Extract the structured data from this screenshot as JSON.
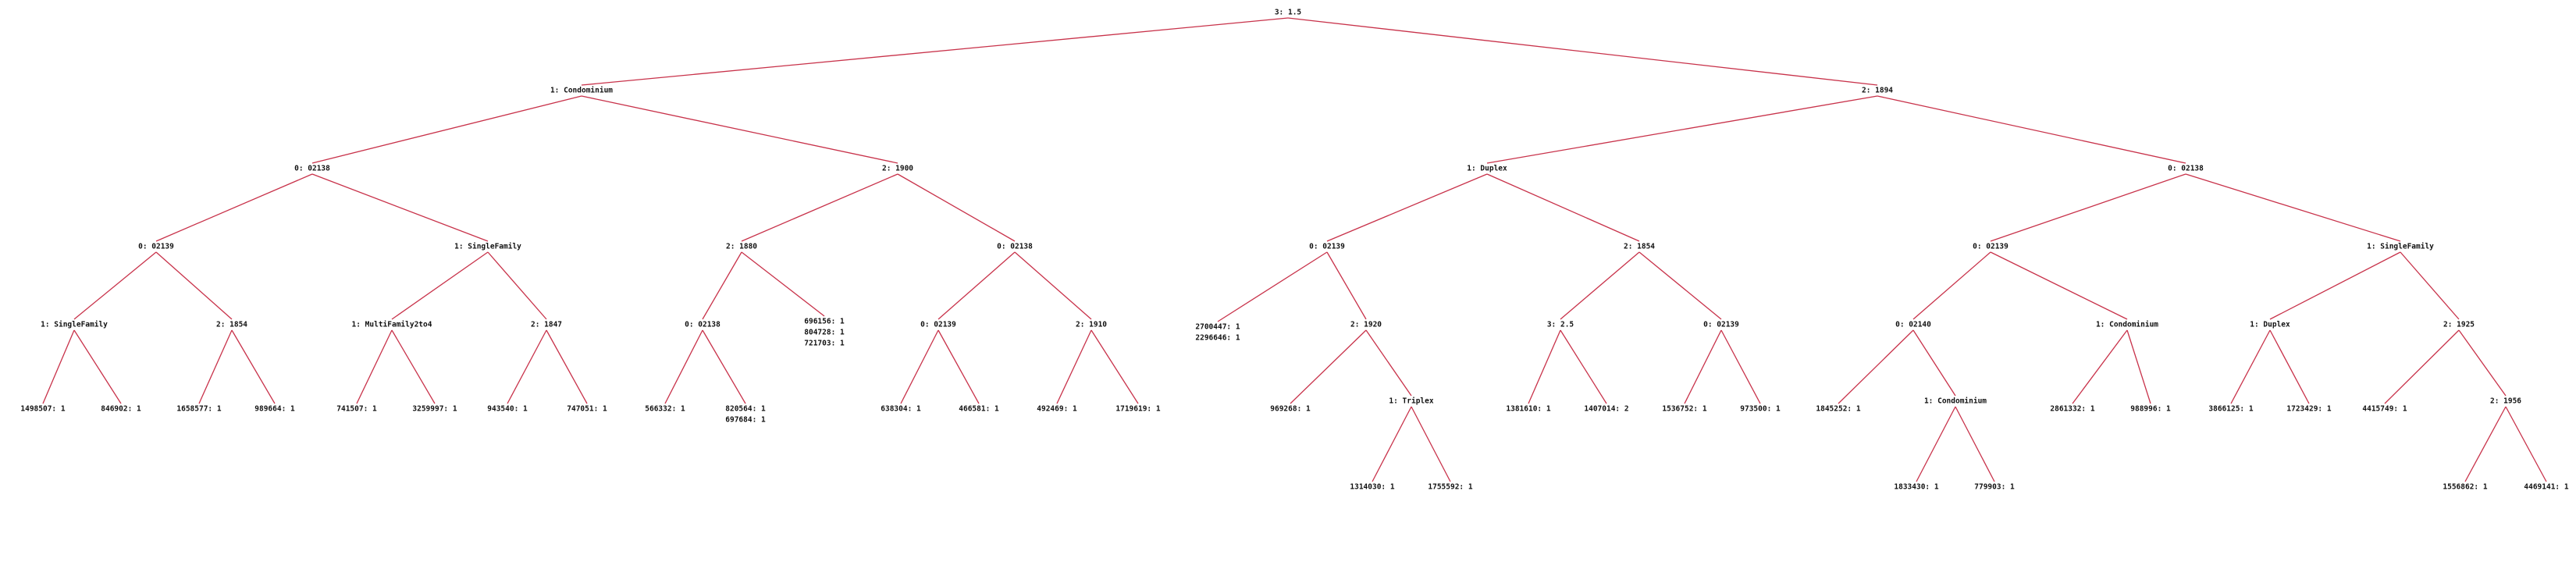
{
  "colors": {
    "edge": "#c8324a",
    "text": "#111111",
    "background": "#ffffff"
  },
  "tree": {
    "id": "root",
    "lines": [
      "3: 1.5"
    ],
    "children": [
      {
        "id": "n1",
        "lines": [
          "1: Condominium"
        ],
        "children": [
          {
            "id": "n1a",
            "lines": [
              "0: 02138"
            ],
            "children": [
              {
                "id": "n1a1",
                "lines": [
                  "0: 02139"
                ],
                "children": [
                  {
                    "id": "n1a1a",
                    "lines": [
                      "1: SingleFamily"
                    ],
                    "children": [
                      {
                        "id": "l1",
                        "lines": [
                          "1498507: 1"
                        ]
                      },
                      {
                        "id": "l2",
                        "lines": [
                          "846902: 1"
                        ]
                      }
                    ]
                  },
                  {
                    "id": "n1a1b",
                    "lines": [
                      "2: 1854"
                    ],
                    "children": [
                      {
                        "id": "l3",
                        "lines": [
                          "1658577: 1"
                        ]
                      },
                      {
                        "id": "l4",
                        "lines": [
                          "989664: 1"
                        ]
                      }
                    ]
                  }
                ]
              },
              {
                "id": "n1a2",
                "lines": [
                  "1: SingleFamily"
                ],
                "children": [
                  {
                    "id": "n1a2a",
                    "lines": [
                      "1: MultiFamily2to4"
                    ],
                    "children": [
                      {
                        "id": "l5",
                        "lines": [
                          "741507: 1"
                        ]
                      },
                      {
                        "id": "l6",
                        "lines": [
                          "3259997: 1"
                        ]
                      }
                    ]
                  },
                  {
                    "id": "n1a2b",
                    "lines": [
                      "2: 1847"
                    ],
                    "children": [
                      {
                        "id": "l7",
                        "lines": [
                          "943540: 1"
                        ]
                      },
                      {
                        "id": "l8",
                        "lines": [
                          "747051: 1"
                        ]
                      }
                    ]
                  }
                ]
              }
            ]
          },
          {
            "id": "n1b",
            "lines": [
              "2: 1900"
            ],
            "children": [
              {
                "id": "n1b1",
                "lines": [
                  "2: 1880"
                ],
                "children": [
                  {
                    "id": "n1b1a",
                    "lines": [
                      "0: 02138"
                    ],
                    "children": [
                      {
                        "id": "l9",
                        "lines": [
                          "566332: 1"
                        ]
                      },
                      {
                        "id": "l10",
                        "lines": [
                          "820564: 1",
                          "697684: 1"
                        ]
                      }
                    ]
                  },
                  {
                    "id": "l11",
                    "lines": [
                      "696156: 1",
                      "804728: 1",
                      "721703: 1"
                    ]
                  }
                ]
              },
              {
                "id": "n1b2",
                "lines": [
                  "0: 02138"
                ],
                "children": [
                  {
                    "id": "n1b2a",
                    "lines": [
                      "0: 02139"
                    ],
                    "children": [
                      {
                        "id": "l12",
                        "lines": [
                          "638304: 1"
                        ]
                      },
                      {
                        "id": "l13",
                        "lines": [
                          "466581: 1"
                        ]
                      }
                    ]
                  },
                  {
                    "id": "n1b2b",
                    "lines": [
                      "2: 1910"
                    ],
                    "children": [
                      {
                        "id": "l14",
                        "lines": [
                          "492469: 1"
                        ]
                      },
                      {
                        "id": "l15",
                        "lines": [
                          "1719619: 1"
                        ]
                      }
                    ]
                  }
                ]
              }
            ]
          }
        ]
      },
      {
        "id": "n2",
        "lines": [
          "2: 1894"
        ],
        "children": [
          {
            "id": "n2a",
            "lines": [
              "1: Duplex"
            ],
            "children": [
              {
                "id": "n2a1",
                "lines": [
                  "0: 02139"
                ],
                "children": [
                  {
                    "id": "l16",
                    "lines": [
                      "2700447: 1",
                      "2296646: 1"
                    ]
                  },
                  {
                    "id": "n2a1b",
                    "lines": [
                      "2: 1920"
                    ],
                    "children": [
                      {
                        "id": "l17",
                        "lines": [
                          "969268: 1"
                        ]
                      },
                      {
                        "id": "n2a1b2",
                        "lines": [
                          "1: Triplex"
                        ],
                        "children": [
                          {
                            "id": "l18",
                            "lines": [
                              "1314030: 1"
                            ]
                          },
                          {
                            "id": "l19",
                            "lines": [
                              "1755592: 1"
                            ]
                          }
                        ]
                      }
                    ]
                  }
                ]
              },
              {
                "id": "n2a2",
                "lines": [
                  "2: 1854"
                ],
                "children": [
                  {
                    "id": "n2a2a",
                    "lines": [
                      "3: 2.5"
                    ],
                    "children": [
                      {
                        "id": "l20",
                        "lines": [
                          "1381610: 1"
                        ]
                      },
                      {
                        "id": "l21",
                        "lines": [
                          "1407014: 2"
                        ]
                      }
                    ]
                  },
                  {
                    "id": "n2a2b",
                    "lines": [
                      "0: 02139"
                    ],
                    "children": [
                      {
                        "id": "l22",
                        "lines": [
                          "1536752: 1"
                        ]
                      },
                      {
                        "id": "l23",
                        "lines": [
                          "973500: 1"
                        ]
                      }
                    ]
                  }
                ]
              }
            ]
          },
          {
            "id": "n2b",
            "lines": [
              "0: 02138"
            ],
            "children": [
              {
                "id": "n2b1",
                "lines": [
                  "0: 02139"
                ],
                "children": [
                  {
                    "id": "n2b1a",
                    "lines": [
                      "0: 02140"
                    ],
                    "children": [
                      {
                        "id": "l24",
                        "lines": [
                          "1845252: 1"
                        ]
                      },
                      {
                        "id": "n2b1a2",
                        "lines": [
                          "1: Condominium"
                        ],
                        "children": [
                          {
                            "id": "l25",
                            "lines": [
                              "1833430: 1"
                            ]
                          },
                          {
                            "id": "l26",
                            "lines": [
                              "779903: 1"
                            ]
                          }
                        ]
                      }
                    ]
                  },
                  {
                    "id": "n2b1b",
                    "lines": [
                      "1: Condominium"
                    ],
                    "children": [
                      {
                        "id": "l27",
                        "lines": [
                          "2861332: 1"
                        ]
                      },
                      {
                        "id": "l28",
                        "lines": [
                          "988996: 1"
                        ]
                      }
                    ]
                  }
                ]
              },
              {
                "id": "n2b2",
                "lines": [
                  "1: SingleFamily"
                ],
                "children": [
                  {
                    "id": "n2b2a",
                    "lines": [
                      "1: Duplex"
                    ],
                    "children": [
                      {
                        "id": "l29",
                        "lines": [
                          "3866125: 1"
                        ]
                      },
                      {
                        "id": "l30",
                        "lines": [
                          "1723429: 1"
                        ]
                      }
                    ]
                  },
                  {
                    "id": "n2b2b",
                    "lines": [
                      "2: 1925"
                    ],
                    "children": [
                      {
                        "id": "l31",
                        "lines": [
                          "4415749: 1"
                        ]
                      },
                      {
                        "id": "n2b2b2",
                        "lines": [
                          "2: 1956"
                        ],
                        "children": [
                          {
                            "id": "l32",
                            "lines": [
                              "1556862: 1"
                            ]
                          },
                          {
                            "id": "l33",
                            "lines": [
                              "4469141: 1"
                            ]
                          }
                        ]
                      }
                    ]
                  }
                ]
              }
            ]
          }
        ]
      }
    ]
  }
}
